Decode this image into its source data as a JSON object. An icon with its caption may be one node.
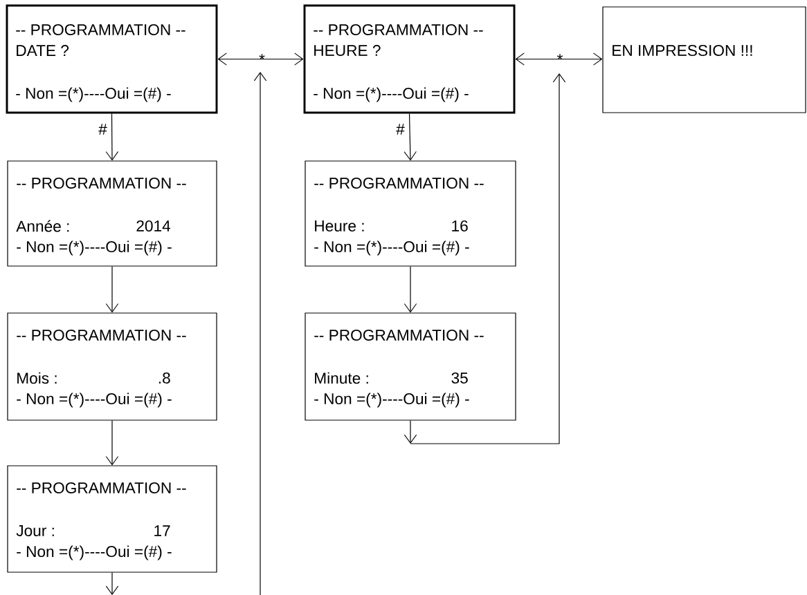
{
  "diagram": {
    "nodes": [
      {
        "text": [
          "-- PROGRAMMATION --",
          "DATE ?",
          "- Non =(*)----Oui =(#) -"
        ]
      },
      {
        "text": [
          "-- PROGRAMMATION --",
          "HEURE ?",
          "- Non =(*)----Oui =(#) -"
        ]
      },
      {
        "text": [
          "EN IMPRESSION !!!"
        ]
      },
      {
        "text": [
          "-- PROGRAMMATION --",
          "Année :",
          "2014",
          "- Non =(*)----Oui =(#) -"
        ]
      },
      {
        "text": [
          "-- PROGRAMMATION --",
          "Mois :",
          ".8",
          "- Non =(*)----Oui =(#) -"
        ]
      },
      {
        "text": [
          "-- PROGRAMMATION --",
          "Jour :",
          "17",
          "- Non =(*)----Oui =(#) -"
        ]
      },
      {
        "text": [
          "-- PROGRAMMATION --",
          "Heure :",
          "16",
          "- Non =(*)----Oui =(#) -"
        ]
      },
      {
        "text": [
          "-- PROGRAMMATION --",
          "Minute :",
          "35",
          "- Non =(*)----Oui =(#) -"
        ]
      }
    ],
    "edges": [
      {
        "from": 0,
        "to": 1,
        "arrow": "both",
        "label": "*"
      },
      {
        "from": 1,
        "to": 2,
        "arrow": "both",
        "label": "*"
      },
      {
        "from": 0,
        "to": 3,
        "arrow": "to",
        "label": "#"
      },
      {
        "from": 3,
        "to": 4,
        "arrow": "to"
      },
      {
        "from": 4,
        "to": 5,
        "arrow": "to"
      },
      {
        "from": 5,
        "to": 1,
        "arrow": "to"
      },
      {
        "from": 1,
        "to": 6,
        "arrow": "to",
        "label": "#"
      },
      {
        "from": 6,
        "to": 7,
        "arrow": "to"
      },
      {
        "from": 7,
        "to": 2,
        "arrow": "to"
      }
    ]
  }
}
